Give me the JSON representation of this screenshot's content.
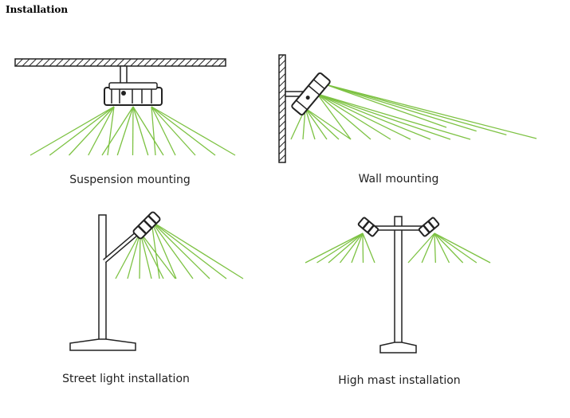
{
  "heading": "Installation",
  "diagrams": [
    {
      "id": "suspension",
      "caption": "Suspension mounting",
      "icon": "suspension-mount-illustration"
    },
    {
      "id": "wall",
      "caption": "Wall mounting",
      "icon": "wall-mount-illustration"
    },
    {
      "id": "street",
      "caption": "Street light installation",
      "icon": "street-light-illustration"
    },
    {
      "id": "highmast",
      "caption": "High mast installation",
      "icon": "high-mast-illustration"
    }
  ],
  "colors": {
    "beam": "#7dc243",
    "line": "#222222",
    "fill": "#ffffff"
  }
}
